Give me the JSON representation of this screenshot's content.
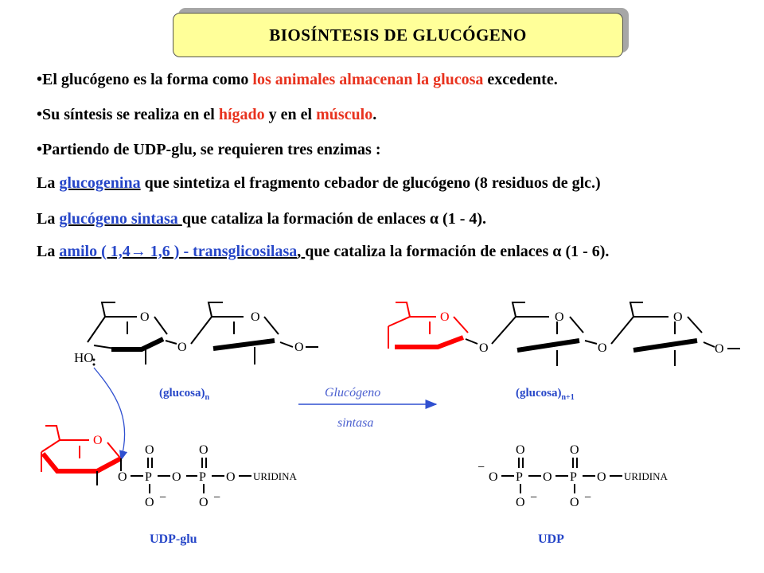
{
  "title": "BIOSÍNTESIS  DE  GLUCÓGENO",
  "bullets": [
    {
      "a": "•El glucógeno es la forma como ",
      "b": "los animales almacenan la glucosa",
      "c": " excedente."
    },
    {
      "a": "•Su  síntesis se realiza en el ",
      "b": "hígado",
      "c": " y en el ",
      "d": "músculo",
      "e": "."
    },
    {
      "a": "•Partiendo de UDP-glu, se requieren tres enzimas :"
    }
  ],
  "enzymes": [
    {
      "pre": "La ",
      "name": "glucogenina",
      "post": " que sintetiza el fragmento cebador de glucógeno (8 residuos de glc.)"
    },
    {
      "pre": "La ",
      "name": "glucógeno sintasa ",
      "post": "que cataliza la formación de enlaces  α (1 - 4)."
    },
    {
      "pre": "La ",
      "name1": " amilo ( ",
      "mid": "1,4→ 1,6 ) - ",
      "name2": "transglicosilasa",
      "tail": ", ",
      "post": "que cataliza la formación de enlaces  α (1 - 6)."
    }
  ],
  "diagram": {
    "glucosa_n": "(glucosa)",
    "sub_n": "n",
    "glucosa_n1": "(glucosa)",
    "sub_n1": "n+1",
    "enzyme_label_1": "Glucógeno",
    "enzyme_label_2": "sintasa",
    "udp_glu_label": "UDP-glu",
    "udp_label": "UDP",
    "uridina": "URIDINA",
    "atom_O": "O",
    "atom_P": "P",
    "atom_HO": "HO",
    "minus": "−"
  },
  "colors": {
    "title_bg": "#ffff99",
    "highlight_red": "#e8321e",
    "enzyme_blue": "#2646c8",
    "arrow_blue": "#3050d0",
    "new_unit_red": "#ff0000"
  }
}
